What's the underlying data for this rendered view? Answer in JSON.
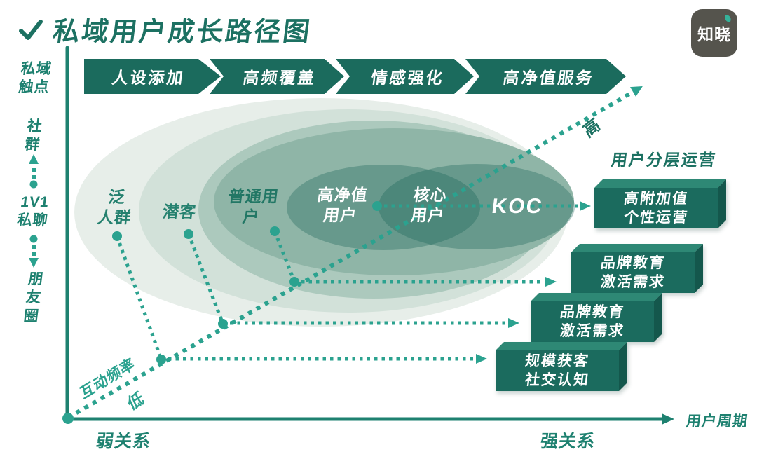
{
  "header": {
    "title": "私域用户成长路径图",
    "logo_text": "知晓"
  },
  "banner": {
    "segments": [
      "人设添加",
      "高频覆盖",
      "情感强化",
      "高净值服务"
    ]
  },
  "left_axis": {
    "title": "私域\n触点",
    "touchpoint_top": "社\n群",
    "touchpoint_middle": "1V1\n私聊",
    "touchpoint_bottom": "朋\n友\n圈"
  },
  "rings": {
    "r1": "泛\n人群",
    "r2": "潜客",
    "r3": "普通用\n户",
    "r4": "高净值\n用户",
    "r5": "核心\n用户",
    "r6": "KOC"
  },
  "diagonal_axis": {
    "label": "互动频率",
    "low": "低",
    "high": "高"
  },
  "bottom_axis": {
    "weak": "弱关系",
    "strong": "强关系",
    "axis_label": "用户周期"
  },
  "right_panel": {
    "title": "用户分层运营",
    "boxes": [
      {
        "line1": "高附加值",
        "line2": "个性运营"
      },
      {
        "line1": "品牌教育",
        "line2": "激活需求"
      },
      {
        "line1": "品牌教育",
        "line2": "激活需求"
      },
      {
        "line1": "规模获客",
        "line2": "社交认知"
      }
    ]
  },
  "colors": {
    "dark_teal": "#1B6B5D",
    "axis_teal": "#1E8170",
    "dotted_teal": "#2BA28F",
    "box_front": "#1B6B5E",
    "box_top": "#2E8875",
    "box_side": "#14574C",
    "ellipse_1": "#E7EEE9",
    "ellipse_2": "#D2E1D9",
    "ellipse_3": "#ACC9BD",
    "ellipse_4": "#8FB5A7",
    "logo_bg": "#55544D"
  }
}
